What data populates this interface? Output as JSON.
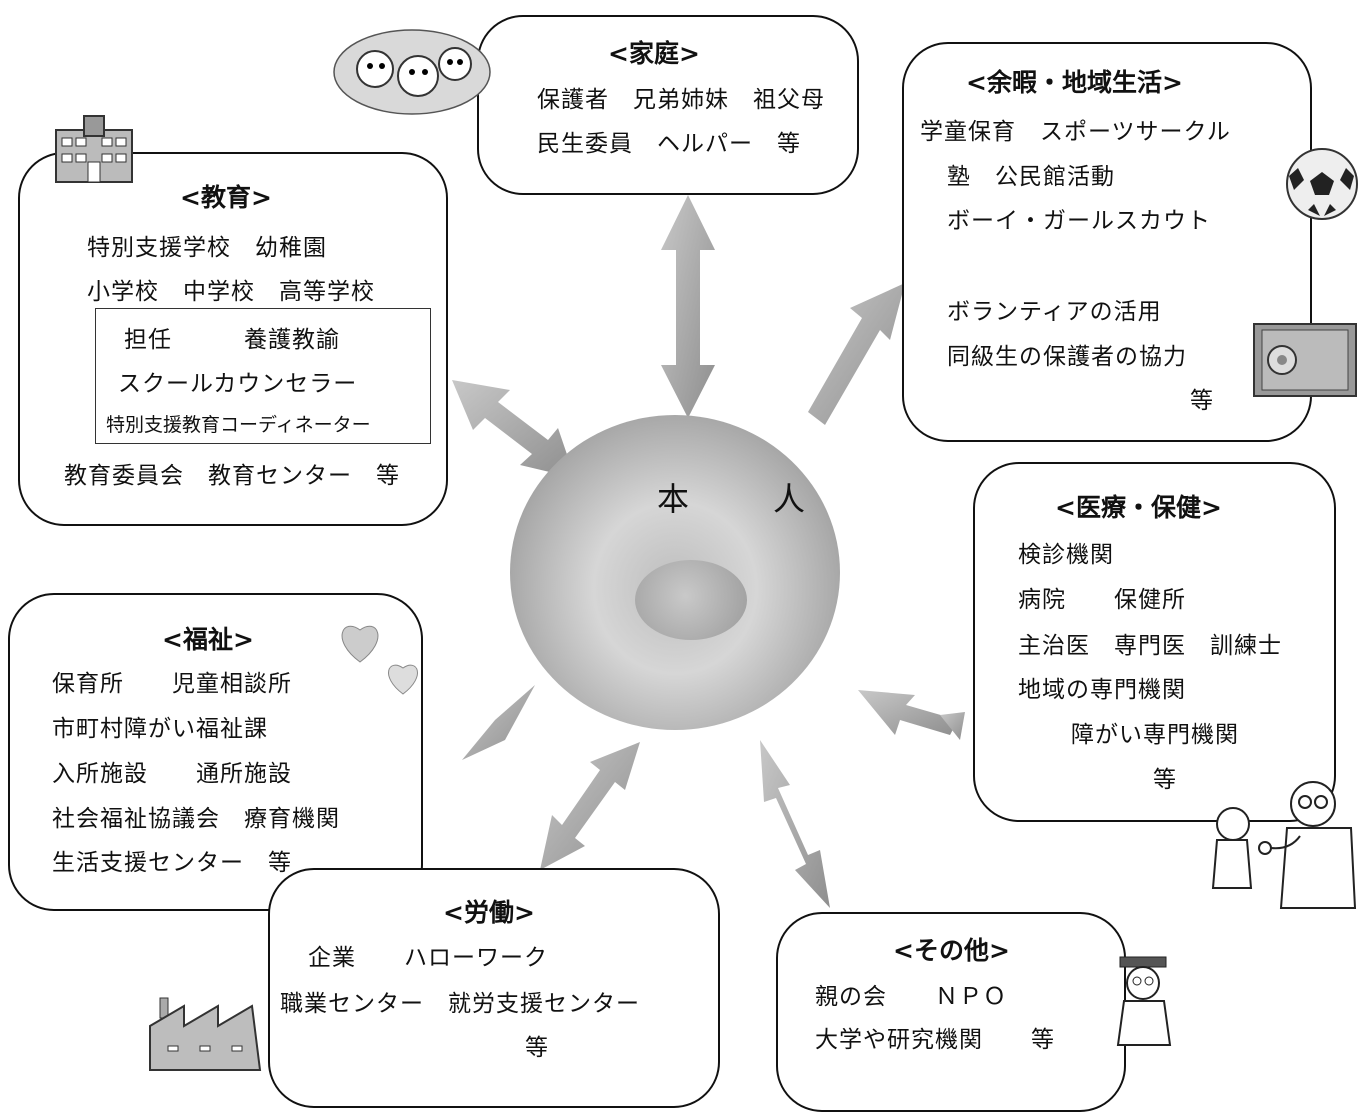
{
  "center": {
    "label": "本　人"
  },
  "kazoku": {
    "title": "<家庭>",
    "lines": [
      "保護者　兄弟姉妹　祖父母",
      "民生委員　ヘルパー　等"
    ]
  },
  "yoka": {
    "title": "<余暇・地域生活>",
    "lines": [
      "学童保育　スポーツサークル",
      "塾　公民館活動",
      "ボーイ・ガールスカウト",
      "ボランティアの活用",
      "同級生の保護者の協力",
      "等"
    ]
  },
  "kyoiku": {
    "title": "<教育>",
    "lines": [
      "特別支援学校　幼稚園",
      "小学校　中学校　高等学校"
    ],
    "inner_lines": [
      "担任　　　養護教諭",
      "スクールカウンセラー",
      "特別支援教育コーディネーター"
    ],
    "footer": "教育委員会　教育センター　等"
  },
  "iryo": {
    "title": "<医療・保健>",
    "lines": [
      "検診機関",
      "病院　　保健所",
      "主治医　専門医　訓練士",
      "地域の専門機関",
      "障がい専門機関",
      "等"
    ]
  },
  "fukushi": {
    "title": "<福祉>",
    "lines": [
      "保育所　　児童相談所",
      "市町村障がい福祉課",
      "入所施設　　通所施設",
      "社会福祉協議会　療育機関",
      "生活支援センター　等"
    ]
  },
  "rodo": {
    "title": "<労働>",
    "lines": [
      "企業　　ハローワーク",
      "職業センター　就労支援センター",
      "等"
    ]
  },
  "sonota": {
    "title": "<その他>",
    "lines": [
      "親の会　　ＮＰＯ",
      "大学や研究機関　　等"
    ]
  },
  "icons": [
    "family-illustration-icon",
    "school-building-icon",
    "soccer-ball-icon",
    "book-icon",
    "hearts-icon",
    "doctor-child-icon",
    "factory-icon",
    "professor-icon"
  ],
  "colors": {
    "arrow": "#9e9e9e",
    "border": "#111111"
  }
}
